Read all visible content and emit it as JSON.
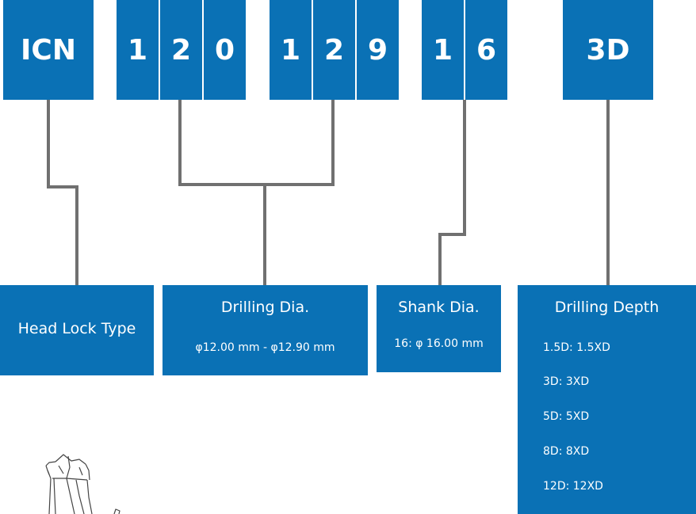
{
  "colors": {
    "box": "#0a71b5",
    "text": "#ffffff",
    "connector": "#707070",
    "sketch": "#444444"
  },
  "code": {
    "prefix": "ICN",
    "d1": "1",
    "d2": "2",
    "d3": "0",
    "d4": "1",
    "d5": "2",
    "d6": "9",
    "s1": "1",
    "s2": "6",
    "depth": "3D"
  },
  "descriptions": {
    "head_lock": {
      "title": "Head Lock Type"
    },
    "drilling_dia": {
      "title": "Drilling Dia.",
      "detail": "φ12.00 mm - φ12.90 mm"
    },
    "shank_dia": {
      "title": "Shank Dia.",
      "detail": "16: φ 16.00 mm"
    },
    "drilling_depth": {
      "title": "Drilling Depth",
      "items": [
        "1.5D: 1.5XD",
        "3D: 3XD",
        "5D: 5XD",
        "8D: 8XD",
        "12D: 12XD"
      ]
    }
  },
  "illustration": {
    "icon": "drill-head-sketch"
  }
}
